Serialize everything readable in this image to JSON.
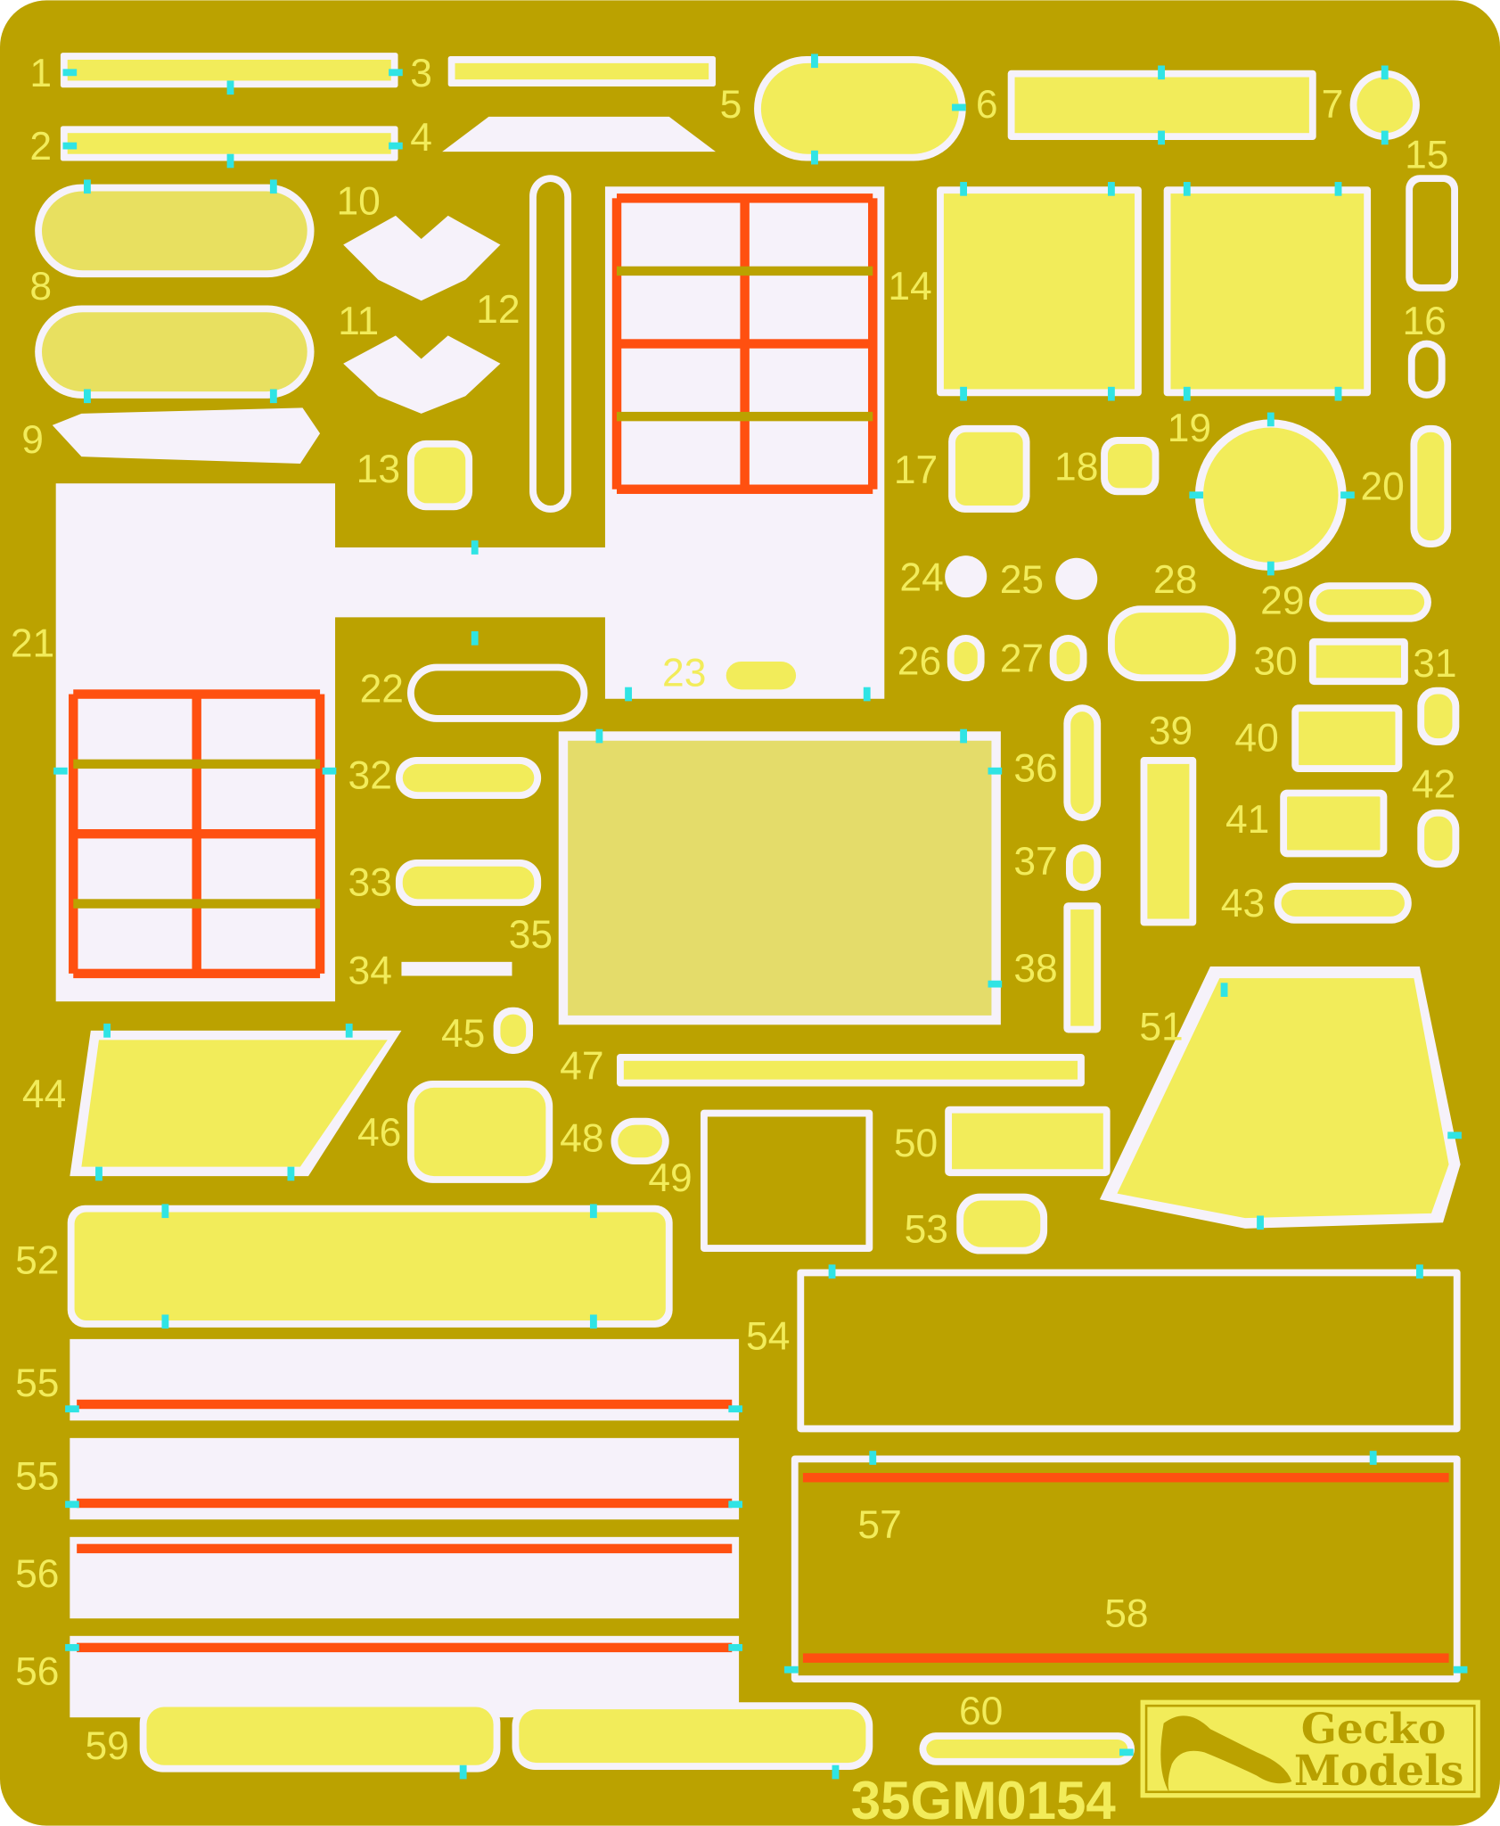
{
  "sheet": {
    "product_code": "35GM0154",
    "brand_logo": "Gecko Models",
    "colors": {
      "background": "#bba200",
      "part": "#f2ec5a",
      "frame": "#f6f2fa",
      "attachment_tab": "#30e4e4",
      "fold_line": "#ff5010"
    },
    "part_labels": [
      "1",
      "2",
      "3",
      "4",
      "5",
      "6",
      "7",
      "8",
      "9",
      "10",
      "11",
      "12",
      "13",
      "14",
      "15",
      "16",
      "17",
      "18",
      "19",
      "20",
      "21",
      "22",
      "23",
      "24",
      "25",
      "26",
      "27",
      "28",
      "29",
      "30",
      "31",
      "32",
      "33",
      "34",
      "35",
      "36",
      "37",
      "38",
      "39",
      "40",
      "41",
      "42",
      "43",
      "44",
      "45",
      "46",
      "47",
      "48",
      "49",
      "50",
      "51",
      "52",
      "53",
      "54",
      "55",
      "55",
      "56",
      "56",
      "57",
      "58",
      "59",
      "60"
    ]
  }
}
